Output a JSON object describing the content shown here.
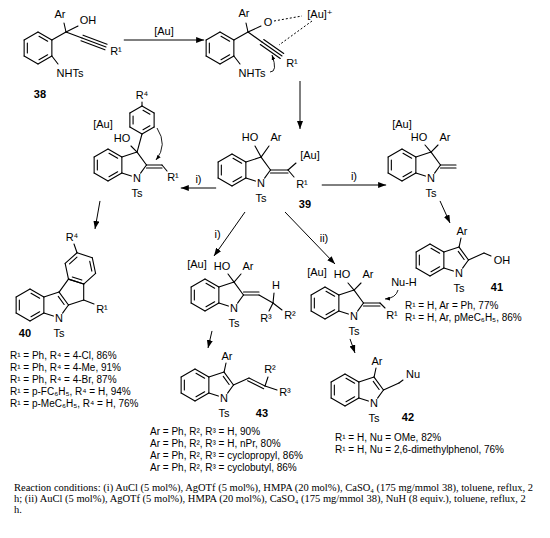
{
  "diagram": {
    "caption": "Reaction conditions: (i) AuCl (5 mol%), AgOTf (5 mol%), HMPA (20 mol%), CaSO₄ (175 mg/mmol 38), toluene, reflux, 2 h; (ii) AuCl (5 mol%), AgOTf (5 mol%), HMPA (20 mol%), CaSO₄ (175 mg/mmol 38), NuH (8 equiv.), toluene, reflux, 2 h.",
    "nodes": [
      {
        "text": [
          "Ar",
          "OH",
          "R¹",
          "NHTs",
          "38"
        ]
      },
      {
        "text": [
          "Ar",
          "O",
          "[Au]⁺",
          "R¹",
          "NHTs"
        ]
      },
      {
        "text": [
          "HO",
          "Ar",
          "[Au]",
          "R¹",
          "N",
          "Ts",
          "39"
        ]
      },
      {
        "text": [
          "[Au]",
          "R⁴",
          "HO",
          "R¹",
          "N",
          "Ts"
        ]
      },
      {
        "text": [
          "[Au]",
          "HO",
          "Ar",
          "N",
          "Ts"
        ]
      },
      {
        "text": [
          "R⁴",
          "R¹",
          "N",
          "Ts",
          "40"
        ]
      },
      {
        "text": [
          "[Au]",
          "HO",
          "Ar",
          "H",
          "R³",
          "R²",
          "N",
          "Ts"
        ]
      },
      {
        "text": [
          "[Au]",
          "HO",
          "Ar",
          "R¹",
          "Nu-H",
          "N",
          "Ts"
        ]
      },
      {
        "text": [
          "Ar",
          "OH",
          "N",
          "Ts",
          "41"
        ]
      },
      {
        "text": [
          "Ar",
          "R²",
          "R³",
          "N",
          "Ts",
          "43"
        ]
      },
      {
        "text": [
          "Ar",
          "Nu",
          "N",
          "Ts",
          "42"
        ]
      }
    ],
    "edges": [
      {
        "from": 0,
        "to": 1,
        "arrow": "to",
        "label": "[Au]"
      },
      {
        "from": 1,
        "to": 2,
        "arrow": "to"
      },
      {
        "from": 2,
        "to": 3,
        "arrow": "to",
        "label": "i)"
      },
      {
        "from": 3,
        "to": 5,
        "arrow": "to"
      },
      {
        "from": 2,
        "to": 4,
        "arrow": "to",
        "label": "i)"
      },
      {
        "from": 4,
        "to": 8,
        "arrow": "to"
      },
      {
        "from": 2,
        "to": 6,
        "arrow": "to",
        "label": "i)"
      },
      {
        "from": 6,
        "to": 9,
        "arrow": "to"
      },
      {
        "from": 2,
        "to": 7,
        "arrow": "to",
        "label": "ii)"
      },
      {
        "from": 7,
        "to": 10,
        "arrow": "to"
      }
    ],
    "labels": [
      "R¹ = Ph, R⁴ = 4-Cl, 86%",
      "R¹ = Ph, R⁴ = 4-Me, 91%",
      "R¹ = Ph, R⁴ = 4-Br, 87%",
      "R¹ = p-FC₆H₅, R⁴ = H, 94%",
      "R¹ = p-MeC₆H₅, R⁴ = H, 76%",
      "R¹ = H, Ar = Ph, 77%",
      "R¹ = H, Ar, pMeC₆H₅, 86%",
      "Ar = Ph, R², R³ = H, 90%",
      "Ar = Ph, R², R³ = H, nPr, 80%",
      "Ar = Ph, R², R³ = cyclopropyl, 86%",
      "Ar = Ph, R², R³ = cyclobutyl, 86%",
      "R¹ = H, Nu = OMe, 82%",
      "R¹ = H, Nu = 2,6-dimethylphenol, 76%"
    ]
  }
}
